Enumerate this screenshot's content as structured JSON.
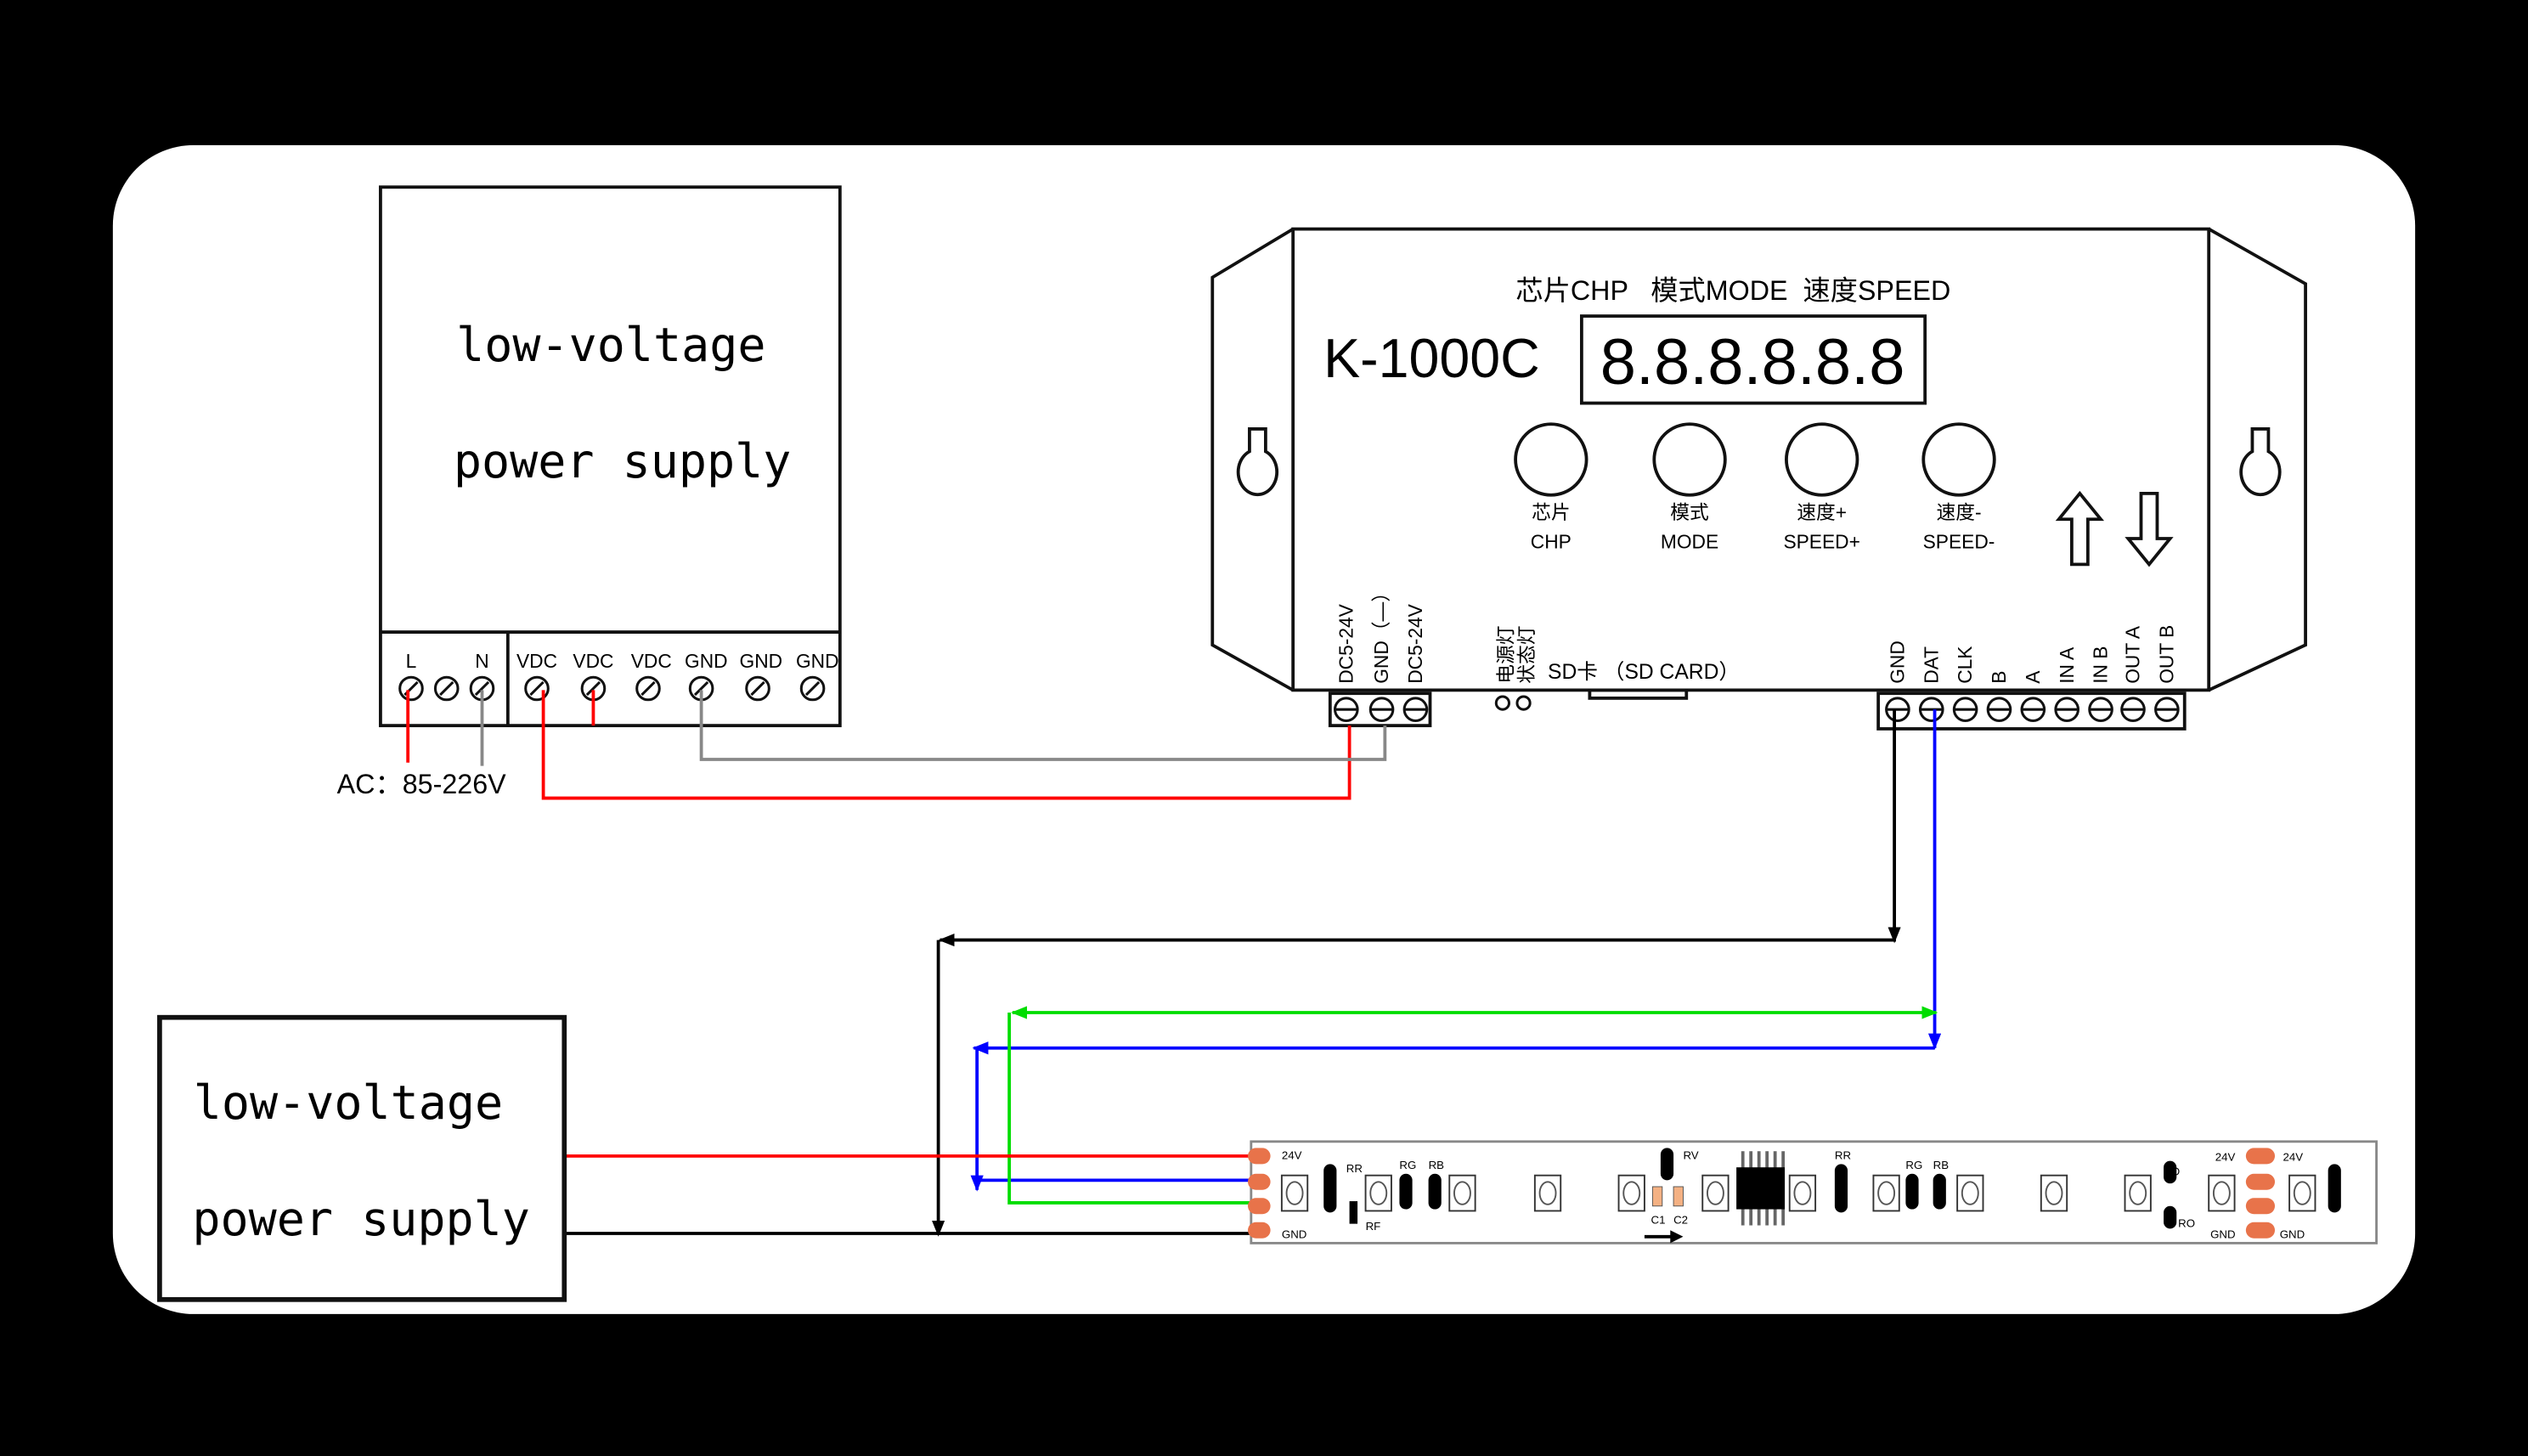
{
  "colors": {
    "background": "#000000",
    "panel": "#ffffff",
    "power_wire": "#ff0000",
    "ground_wire": "#808080",
    "data_wire": "#0000ff",
    "clock_wire": "#00dd00",
    "pad": "#e8734a"
  },
  "psu_top": {
    "line1": "low-voltage",
    "line2": "power supply",
    "terminals": [
      "L",
      "N",
      "VDC",
      "VDC",
      "VDC",
      "GND",
      "GND",
      "GND"
    ],
    "ac_label": "AC：85-226V"
  },
  "controller": {
    "model": "K-1000C",
    "header": "芯片CHP   模式MODE  速度SPEED",
    "display": "8.8.8.8.8.8",
    "buttons": [
      {
        "cn": "芯片",
        "en": "CHP"
      },
      {
        "cn": "模式",
        "en": "MODE"
      },
      {
        "cn": "速度+",
        "en": "SPEED+"
      },
      {
        "cn": "速度-",
        "en": "SPEED-"
      }
    ],
    "power_terminals": [
      "DC5-24V",
      "GND（—）",
      "DC5-24V"
    ],
    "indicator_labels": [
      "电源灯",
      "状态灯"
    ],
    "sd_label": "SD卡 （SD CARD）",
    "output_terminals": [
      "GND",
      "DAT",
      "CLK",
      "B",
      "A",
      "IN A",
      "IN B",
      "OUT A",
      "OUT B"
    ],
    "icons": [
      "keyhole-icon",
      "arrow-up-icon",
      "arrow-down-icon"
    ]
  },
  "psu_bottom": {
    "line1": "low-voltage",
    "line2": "power supply"
  },
  "strip": {
    "labels": {
      "v_in": "24V",
      "gnd_in": "GND",
      "rr1": "RR",
      "rf": "RF",
      "rg1": "RG",
      "rb1": "RB",
      "rv": "RV",
      "c1": "C1",
      "c2": "C2",
      "rr2": "RR",
      "rg2": "RG",
      "rb2": "RB",
      "rd": "RD",
      "ro": "RO",
      "v_out1": "24V",
      "v_out2": "24V",
      "gnd_out1": "GND",
      "gnd_out2": "GND"
    }
  }
}
